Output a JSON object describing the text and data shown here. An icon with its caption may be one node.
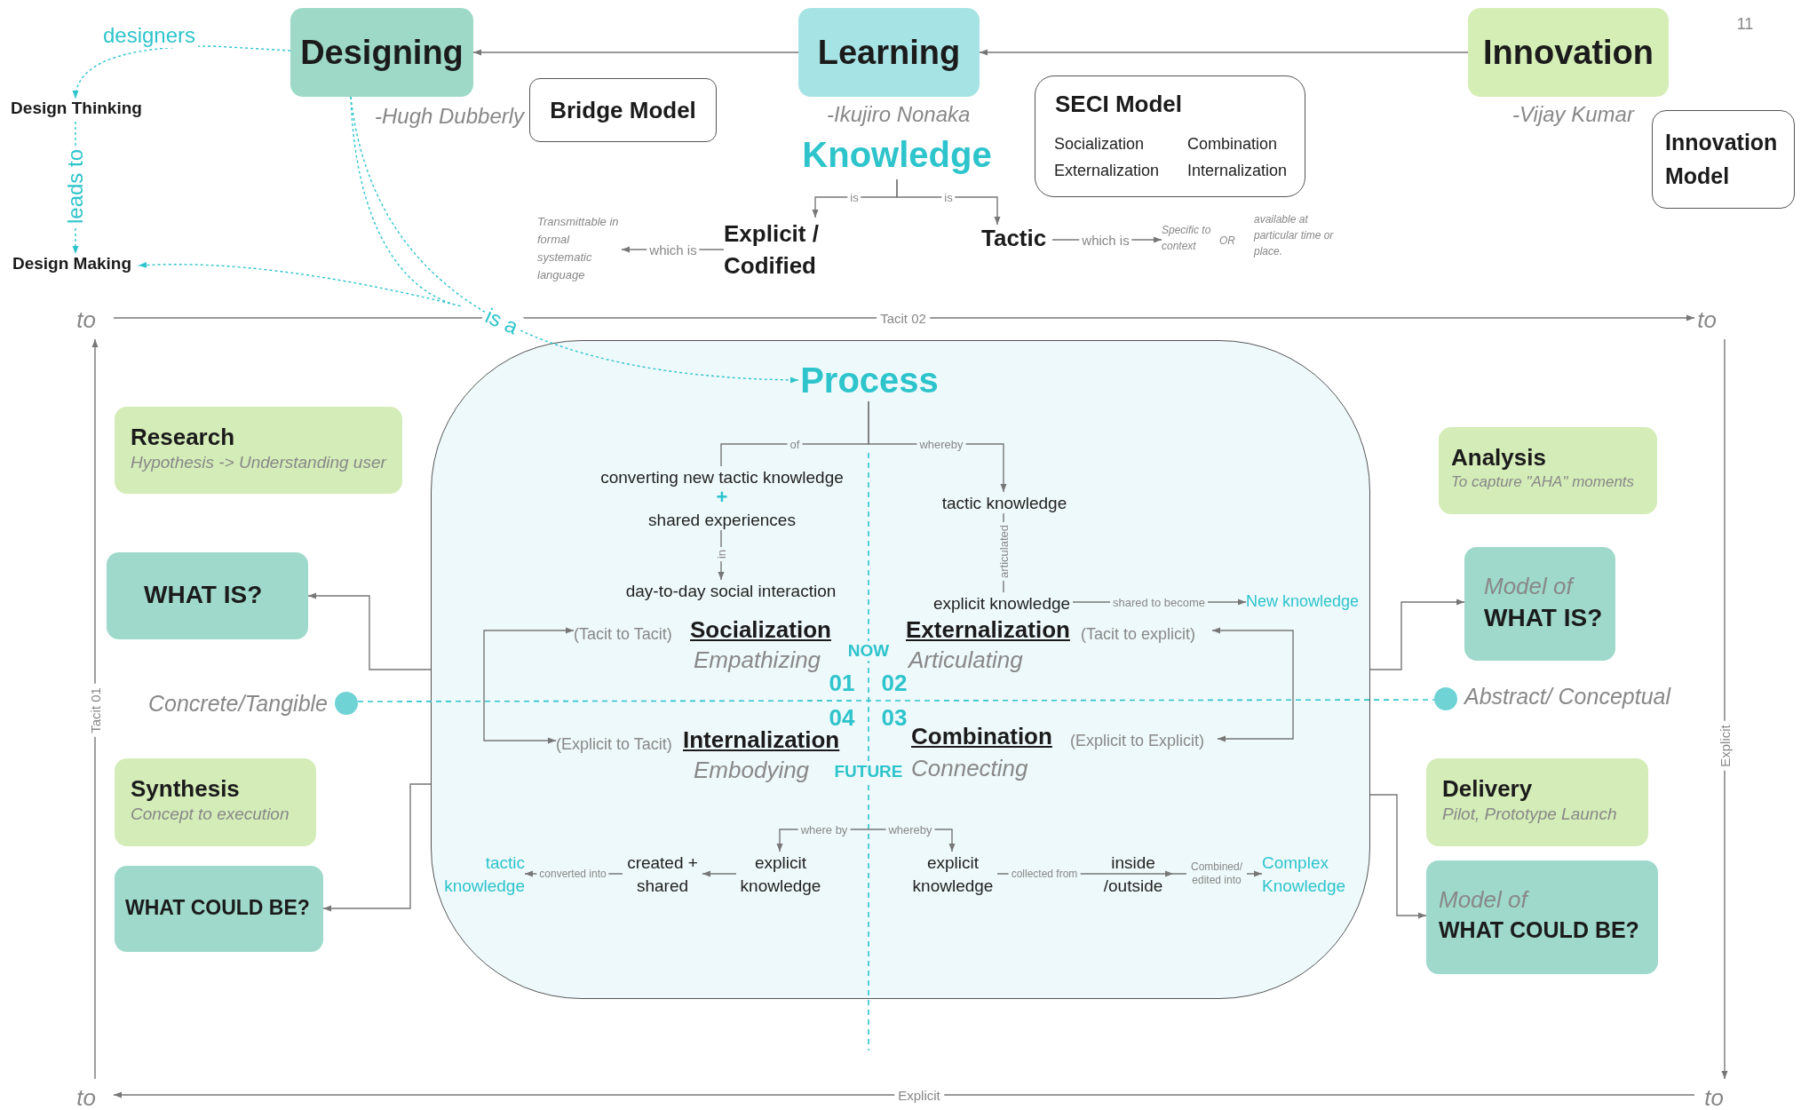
{
  "diagram": {
    "nodes": [
      {
        "text": [
          "Designing"
        ],
        "beside": [
          "-Hugh Dubberly"
        ]
      },
      {
        "text": [
          "Learning"
        ],
        "beside": [
          "-Ikujiro Nonaka"
        ]
      },
      {
        "text": [
          "Innovation"
        ],
        "beside": [
          "-Vijay Kumar"
        ]
      },
      {
        "text": [
          "Bridge Model"
        ]
      },
      {
        "text": [
          "SECI Model",
          "Socialization",
          "Combination",
          "Externalization",
          "Internalization"
        ]
      },
      {
        "text": [
          "Innovation Model"
        ]
      },
      {
        "text": [
          "Design Thinking"
        ]
      },
      {
        "text": [
          "Design Making"
        ]
      },
      {
        "text": [
          "Knowledge"
        ]
      },
      {
        "text": [
          "Explicit / Codified"
        ]
      },
      {
        "text": [
          "Tactic"
        ]
      },
      {
        "text": [
          "Transmittable in formal systematic language"
        ]
      },
      {
        "text": [
          "Specific to context"
        ]
      },
      {
        "text": [
          "available at particular time or place."
        ]
      },
      {
        "text": [],
        "shape": "box"
      },
      {
        "text": [
          "Process"
        ],
        "in": 14
      },
      {
        "text": [
          "converting new tactic knowledge"
        ],
        "in": 14
      },
      {
        "text": [
          "shared experiences"
        ],
        "in": 14
      },
      {
        "text": [
          "day-to-day social interaction"
        ],
        "in": 14
      },
      {
        "text": [
          "tactic knowledge"
        ],
        "in": 14
      },
      {
        "text": [
          "explicit knowledge"
        ],
        "in": 14
      },
      {
        "text": [
          "New knowledge"
        ],
        "in": 14
      },
      {
        "text": [
          "(Tacit to Tacit)",
          "Socialization",
          "Empathizing"
        ],
        "in": 14
      },
      {
        "text": [
          "Externalization",
          "(Tacit to explicit)",
          "Articulating"
        ],
        "in": 14
      },
      {
        "text": [
          "(Explicit to Tacit)",
          "Internalization",
          "Embodying"
        ],
        "in": 14
      },
      {
        "text": [
          "Combination",
          "(Explicit to Explicit)",
          "Connecting"
        ],
        "in": 14
      },
      {
        "text": [
          "tactic knowledge"
        ],
        "in": 14
      },
      {
        "text": [
          "created + shared"
        ],
        "in": 14
      },
      {
        "text": [
          "explicit knowledge"
        ],
        "in": 14
      },
      {
        "text": [
          "explicit knowledge"
        ],
        "in": 14
      },
      {
        "text": [
          "inside /outside"
        ],
        "in": 14
      },
      {
        "text": [
          "Complex Knowledge"
        ],
        "in": 14
      },
      {
        "text": [
          "Research",
          "Hypothesis -> Understanding user"
        ]
      },
      {
        "text": [
          "WHAT IS?"
        ]
      },
      {
        "text": [
          "Synthesis",
          "Concept to execution"
        ]
      },
      {
        "text": [
          "WHAT COULD BE?"
        ]
      },
      {
        "text": [
          "Analysis",
          "To capture \"AHA\" moments"
        ]
      },
      {
        "text": [
          "Model of",
          "WHAT IS?"
        ]
      },
      {
        "text": [
          "Delivery",
          "Pilot, Prototype Launch"
        ]
      },
      {
        "text": [
          "Model of",
          "WHAT COULD BE?"
        ]
      }
    ],
    "edges": [
      {
        "from": 1,
        "to": 0,
        "arrow": "to"
      },
      {
        "from": 2,
        "to": 1,
        "arrow": "to"
      },
      {
        "from": 0,
        "to": 6,
        "arrow": "to",
        "label": "designers",
        "style": "dashed",
        "color": "#2ec4cc"
      },
      {
        "from": 6,
        "to": 7,
        "arrow": "to",
        "label": "leads to",
        "style": "dashed",
        "color": "#2ec4cc"
      },
      {
        "from": 0,
        "to": 15,
        "arrow": "to",
        "label": "is a",
        "style": "dashed",
        "color": "#2ec4cc"
      },
      {
        "from": 0,
        "to": 7,
        "arrow": "to",
        "style": "dashed",
        "color": "#2ec4cc"
      },
      {
        "from": 8,
        "to": 9,
        "arrow": "to",
        "label": "is"
      },
      {
        "from": 8,
        "to": 10,
        "arrow": "to",
        "label": "is"
      },
      {
        "from": 9,
        "to": 11,
        "arrow": "to",
        "label": "which is"
      },
      {
        "from": 10,
        "to": 12,
        "arrow": "to",
        "label": "which is"
      },
      {
        "from": 15,
        "to": 16,
        "arrow": "none",
        "label": "of"
      },
      {
        "from": 15,
        "to": 19,
        "arrow": "to",
        "label": "whereby"
      },
      {
        "from": 17,
        "to": 18,
        "arrow": "to",
        "label": "in"
      },
      {
        "from": 19,
        "to": 20,
        "arrow": "none",
        "label": "articulated"
      },
      {
        "from": 20,
        "to": 21,
        "arrow": "to",
        "label": "shared to become"
      },
      {
        "from": 22,
        "to": 24,
        "arrow": "both"
      },
      {
        "from": 23,
        "to": 25,
        "arrow": "both"
      },
      {
        "from": null,
        "to": 28,
        "arrow": "to",
        "label": "where by"
      },
      {
        "from": null,
        "to": 29,
        "arrow": "to",
        "label": "whereby"
      },
      {
        "from": 28,
        "to": 27,
        "arrow": "to"
      },
      {
        "from": 27,
        "to": 26,
        "arrow": "to",
        "label": "converted into"
      },
      {
        "from": 29,
        "to": 30,
        "arrow": "to",
        "label": "collected from"
      },
      {
        "from": 30,
        "to": 31,
        "arrow": "to",
        "label": "Combined/ edited into"
      },
      {
        "from": 14,
        "to": 33,
        "arrow": "to"
      },
      {
        "from": 14,
        "to": 35,
        "arrow": "to"
      },
      {
        "from": 14,
        "to": 37,
        "arrow": "to"
      },
      {
        "from": 14,
        "to": 39,
        "arrow": "to"
      }
    ],
    "labels": [
      "11",
      "OR",
      "to",
      "Tacit 02",
      "to",
      "Tacit 01",
      "Concrete/Tangible",
      "Abstract/ Conceptual",
      "Explicit",
      "+",
      "NOW",
      "01",
      "02",
      "04",
      "03",
      "FUTURE",
      "to",
      "Explicit",
      "to"
    ]
  }
}
